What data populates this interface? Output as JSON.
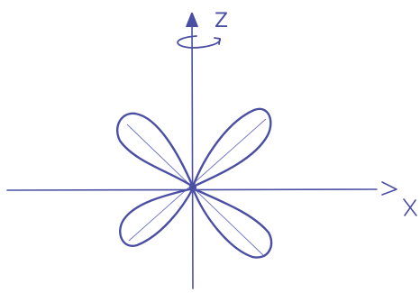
{
  "diagram": {
    "axes": {
      "vertical_label": "Z",
      "horizontal_label": "X"
    },
    "lobe_count": 4,
    "colors": {
      "ink": "#4b4fa3",
      "ink_light": "#6c70c2",
      "background": "#ffffff"
    },
    "icons": {
      "rotation": "rotation-arrow-icon"
    }
  }
}
